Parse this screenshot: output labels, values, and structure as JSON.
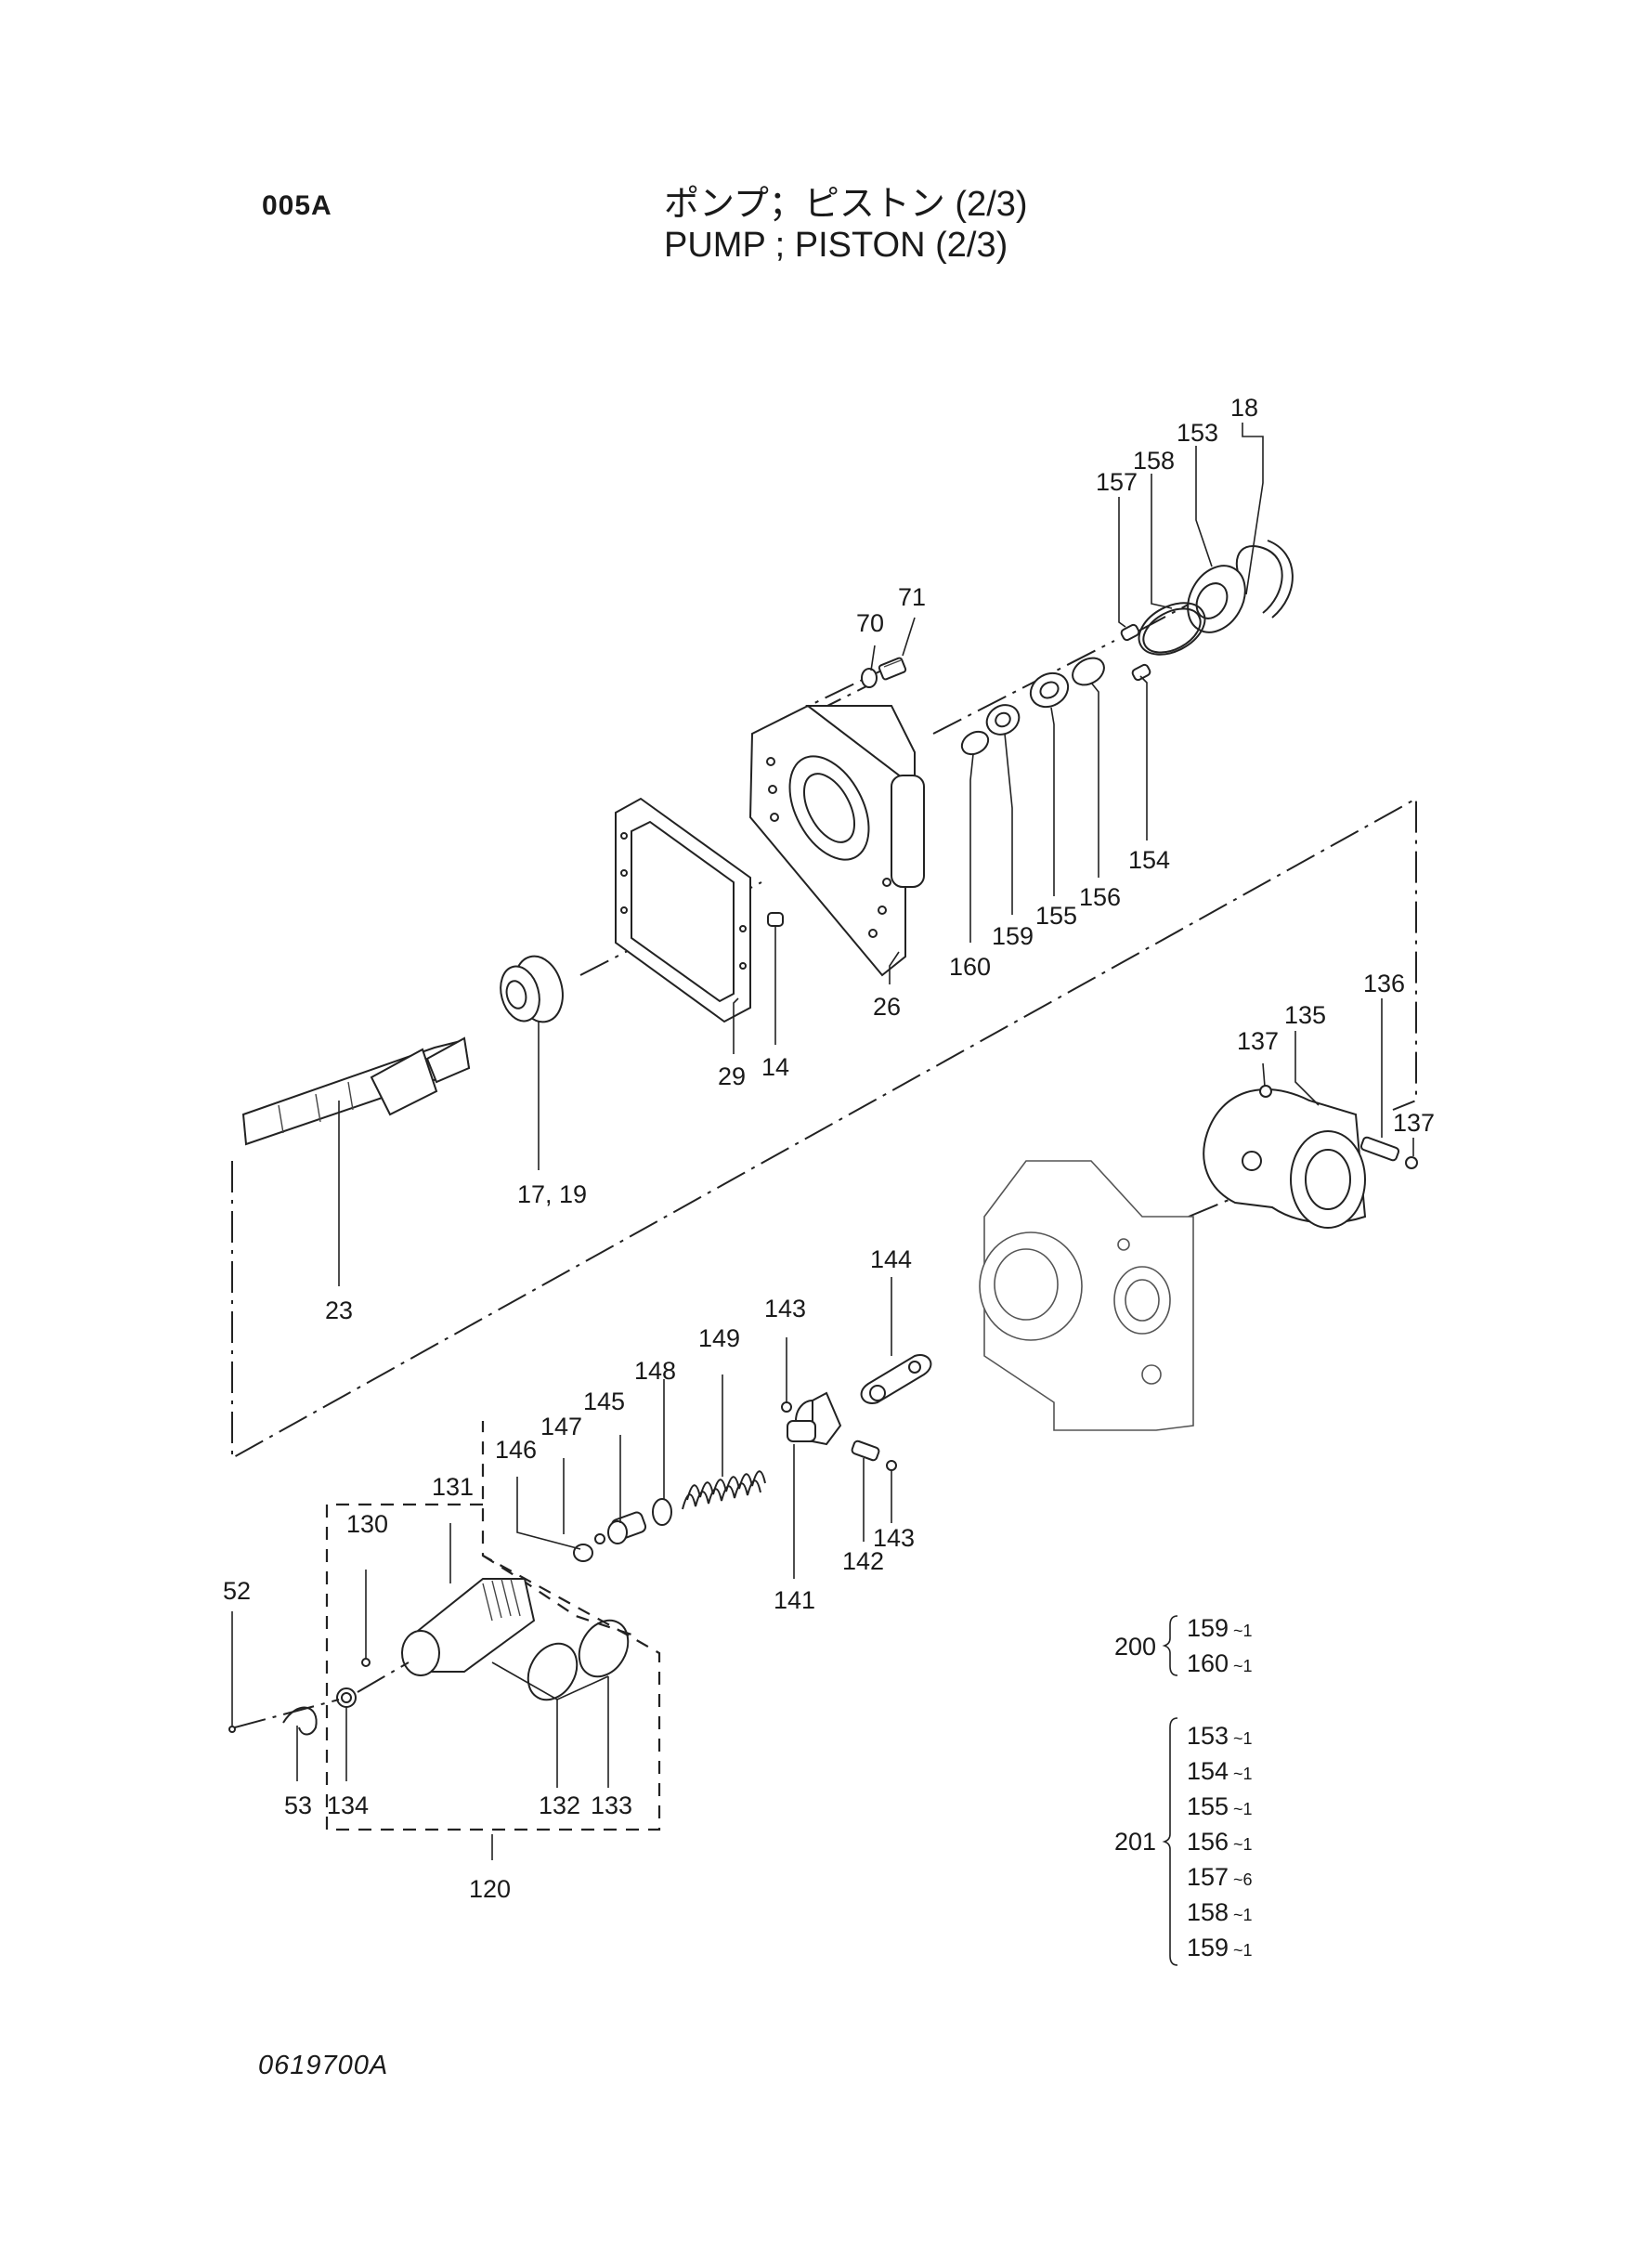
{
  "header": {
    "page_code": "005A",
    "title_jp": "ポンプ；ピストン (2/3)",
    "title_en": "PUMP ; PISTON (2/3)"
  },
  "footer": {
    "drawing_number": "0619700A"
  },
  "callouts": {
    "p18": "18",
    "p153": "153",
    "p158": "158",
    "p157": "157",
    "p70": "70",
    "p71": "71",
    "p160": "160",
    "p159": "159",
    "p155": "155",
    "p156": "156",
    "p154": "154",
    "p26": "26",
    "p29": "29",
    "p14": "14",
    "p17_19": "17, 19",
    "p23": "23",
    "p136": "136",
    "p135": "135",
    "p137a": "137",
    "p137b": "137",
    "p144": "144",
    "p143a": "143",
    "p149": "149",
    "p148": "148",
    "p145": "145",
    "p147": "147",
    "p146": "146",
    "p131": "131",
    "p130": "130",
    "p52": "52",
    "p141": "141",
    "p142": "142",
    "p143b": "143",
    "p53": "53",
    "p134": "134",
    "p132": "132",
    "p133": "133",
    "p120": "120"
  },
  "kits": [
    {
      "kit": "200",
      "items": [
        {
          "part": "159",
          "qty": "~1"
        },
        {
          "part": "160",
          "qty": "~1"
        }
      ]
    },
    {
      "kit": "201",
      "items": [
        {
          "part": "153",
          "qty": "~1"
        },
        {
          "part": "154",
          "qty": "~1"
        },
        {
          "part": "155",
          "qty": "~1"
        },
        {
          "part": "156",
          "qty": "~1"
        },
        {
          "part": "157",
          "qty": "~6"
        },
        {
          "part": "158",
          "qty": "~1"
        },
        {
          "part": "159",
          "qty": "~1"
        }
      ]
    }
  ]
}
